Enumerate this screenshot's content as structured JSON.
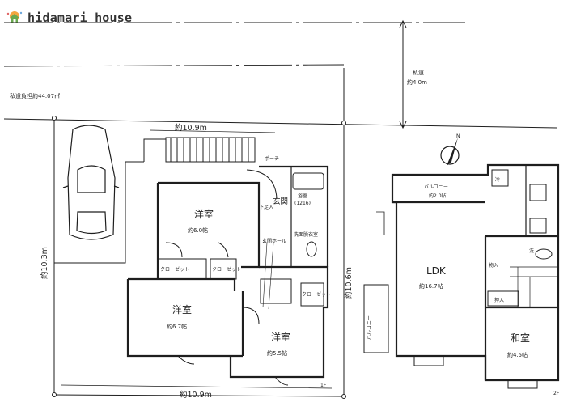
{
  "brand": {
    "name": "hidamari house",
    "logo_icon": "house-icon"
  },
  "site": {
    "road_title": "私道",
    "road_width": "約4.0m",
    "road_area": "私道負担約44.07㎡",
    "width_top": "約10.9m",
    "width_bottom": "約10.9m",
    "depth_left": "約10.3m",
    "depth_right": "約10.6m"
  },
  "floor1": {
    "level": "1F",
    "rooms": {
      "youshitsu_a_name": "洋室",
      "youshitsu_a_size": "約6.0帖",
      "youshitsu_b_name": "洋室",
      "youshitsu_b_size": "約6.7帖",
      "youshitsu_c_name": "洋室",
      "youshitsu_c_size": "約5.5帖"
    },
    "labels": {
      "porch": "ポーチ",
      "entrance": "玄関",
      "shoebox": "下足入",
      "hall": "玄関ホール",
      "bath": "浴室",
      "bath_size": "(1216)",
      "washroom": "洗面脱衣室",
      "closet_1": "クローゼット",
      "closet_2": "クローゼット",
      "closet_3": "クローゼット"
    }
  },
  "floor2": {
    "level": "2F",
    "rooms": {
      "ldk_name": "LDK",
      "ldk_size": "約16.7帖",
      "washitsu_name": "和室",
      "washitsu_size": "約4.5帖"
    },
    "labels": {
      "balcony": "バルコニー",
      "balcony_size": "約2.0帖",
      "balcony_side": "バルコニー",
      "fridge": "冷",
      "oshiire": "押入",
      "storage": "物入",
      "wash": "洗"
    }
  },
  "compass": {
    "label": "N"
  },
  "colors": {
    "line": "#1e1e1e",
    "road": "#3a3a3a"
  }
}
